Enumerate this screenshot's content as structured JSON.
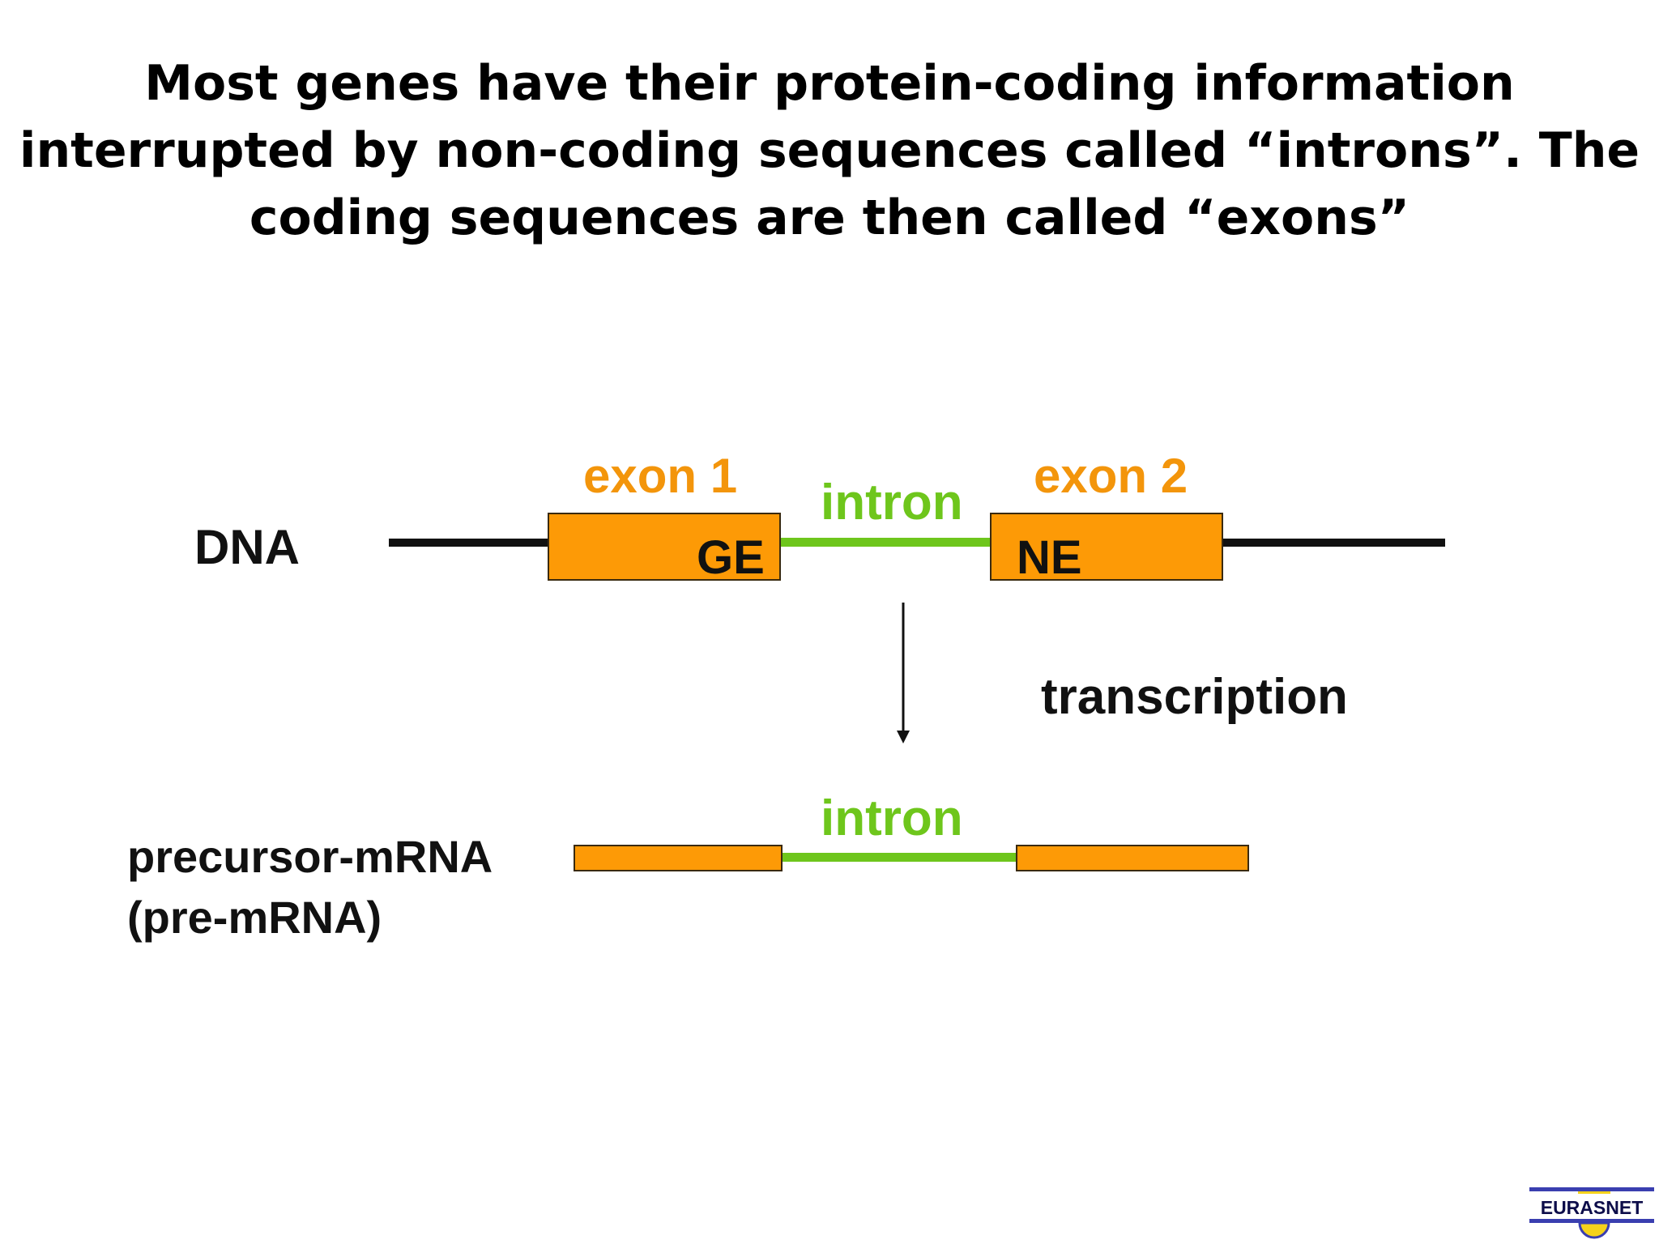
{
  "title": {
    "lines": [
      "Most genes have their protein-coding information",
      "interrupted by non-coding sequences called “introns”. The",
      "coding sequences are then called “exons”"
    ]
  },
  "diagram": {
    "dna_label": "DNA",
    "exon1_label": "exon 1",
    "exon2_label": "exon 2",
    "intron_label": "intron",
    "exon1_text": "GE",
    "exon2_text": "NE",
    "transcription_label": "transcription",
    "premrna_label_line1": "precursor-mRNA",
    "premrna_label_line2": "(pre-mRNA)",
    "premrna_intron_label": "intron"
  },
  "logo": {
    "text": "EURASNET"
  },
  "colors": {
    "exon": "#fd9a06",
    "exon_label": "#f3950b",
    "intron": "#6ec61c",
    "dna_line": "#111111",
    "logo_bar": "#3a3fb0",
    "logo_circle": "#f5d21b"
  }
}
